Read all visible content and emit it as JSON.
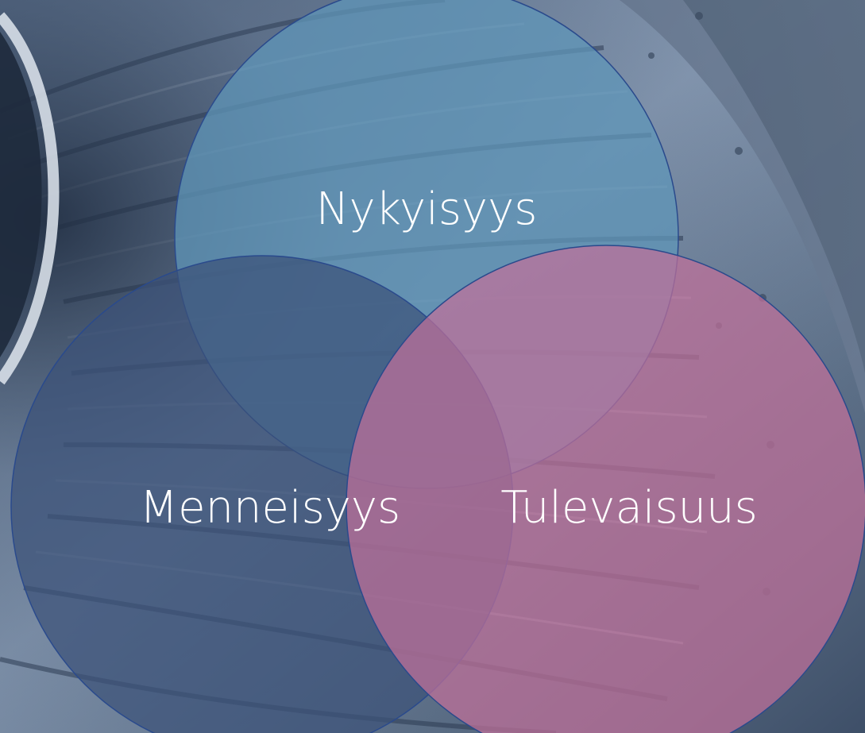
{
  "diagram": {
    "circles": [
      {
        "id": "past",
        "label": "Menneisyys",
        "fill": "#3b5278"
      },
      {
        "id": "present",
        "label": "Nykyisyys",
        "fill": "#5f95b8"
      },
      {
        "id": "future",
        "label": "Tulevaisuus",
        "fill": "#c0709a"
      }
    ],
    "outline_color": "#2a4a8c",
    "label_color": "#ffffff"
  },
  "background": {
    "description_icon": "turbine-fan-blades-photo",
    "base_color": "#4a5d78",
    "highlight_color": "#9fb2c8"
  }
}
